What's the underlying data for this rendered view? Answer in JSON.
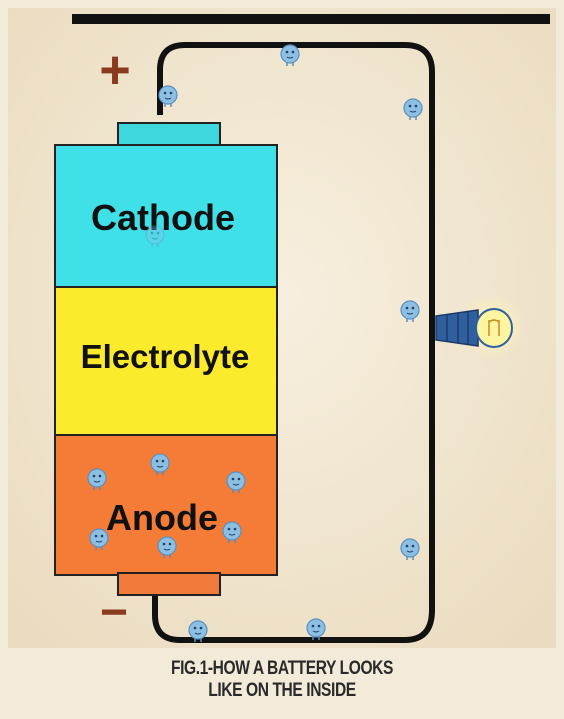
{
  "diagram": {
    "cathode_label": "Cathode",
    "electrolyte_label": "Electrolyte",
    "anode_label": "Anode",
    "plus_sign": "+",
    "minus_sign": "−",
    "colors": {
      "cathode": "#3fe0e8",
      "electrolyte": "#fbeb2c",
      "anode": "#f47c36",
      "terminal_top": "#3fd7de",
      "terminal_bottom": "#f07b3a",
      "electron": "#8dbfe3",
      "bulb": "#2f5f9e",
      "bulb_glow": "#fff6a8",
      "wire": "#111111"
    },
    "icons": [
      "electron-icon",
      "light-bulb-icon"
    ]
  },
  "caption": {
    "line1": "FIG.1-HOW A BATTERY LOOKS",
    "line2": "LIKE ON THE INSIDE"
  }
}
